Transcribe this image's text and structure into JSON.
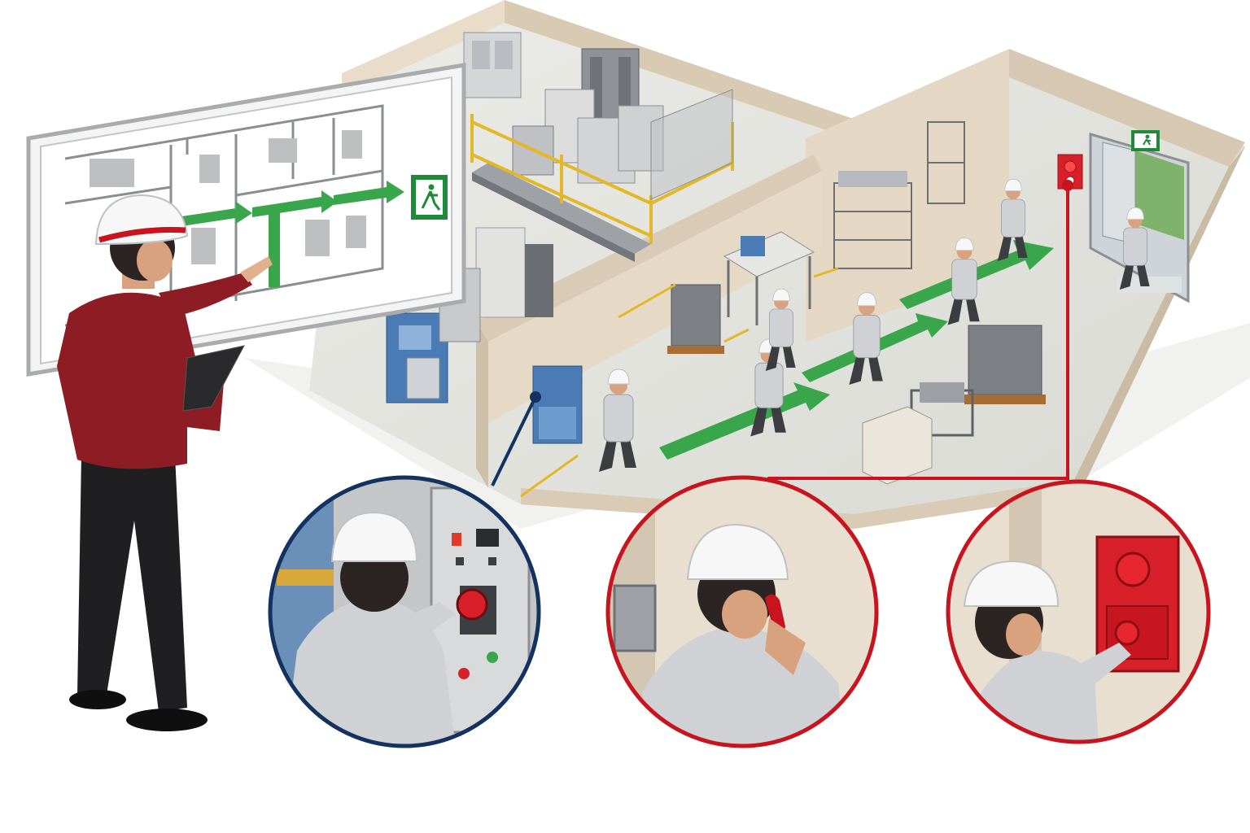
{
  "scene": {
    "colors": {
      "wall": "#e8dccb",
      "wall_shade": "#d4c5ae",
      "floor": "#e3e3df",
      "evac_arrow": "#3aa64c",
      "exit_sign": "#1f8a3a",
      "supervisor_jacket": "#8e1c24",
      "worker_uniform": "#cfd1d4",
      "helmet": "#f7f7f7",
      "callout_navy": "#14325f",
      "callout_red": "#c8141e",
      "machine_blue": "#4a7bb5",
      "rail_yellow": "#e2b829",
      "alarm_red": "#d8202a"
    },
    "icons": [
      "exit-sign-icon",
      "running-person-icon",
      "fire-alarm-icon",
      "emergency-stop-icon",
      "telephone-icon"
    ],
    "callouts": [
      {
        "name": "emergency-stop-callout",
        "color": "navy"
      },
      {
        "name": "phone-report-callout",
        "color": "red"
      },
      {
        "name": "alarm-button-callout",
        "color": "red"
      }
    ],
    "workers_evacuating": 7
  }
}
